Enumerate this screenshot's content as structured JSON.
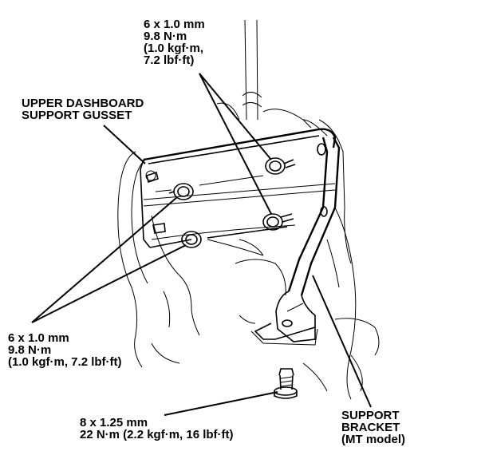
{
  "labels": {
    "upper_fasteners": {
      "size": "6 x 1.0 mm",
      "torque_nm": "9.8 N·m",
      "torque_kgf_line1": "(1.0 kgf·m,",
      "torque_lbf_line2": "7.2 lbf·ft)"
    },
    "gusset": {
      "line1": "UPPER DASHBOARD",
      "line2": "SUPPORT GUSSET"
    },
    "left_fasteners": {
      "size": "6 x 1.0 mm",
      "torque_nm": "9.8 N·m",
      "torque_other": "(1.0 kgf·m, 7.2 lbf·ft)"
    },
    "lower_bolt": {
      "size": "8 x 1.25 mm",
      "torque": "22 N·m (2.2 kgf·m, 16 lbf·ft)"
    },
    "bracket": {
      "line1": "SUPPORT",
      "line2": "BRACKET",
      "line3": "(MT model)"
    }
  }
}
